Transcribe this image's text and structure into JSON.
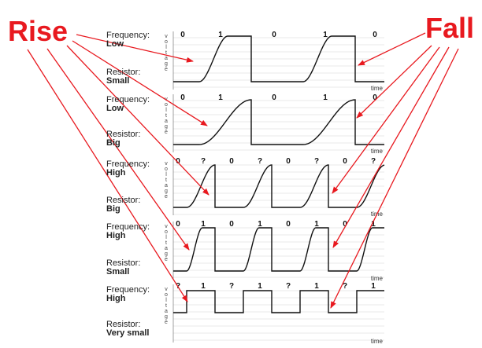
{
  "callouts": {
    "rise": "Rise",
    "fall": "Fall"
  },
  "colors": {
    "arrow": "#e8191f",
    "signal": "#111111",
    "grid": "#d6d6d6"
  },
  "axis": {
    "x_label": "time",
    "y_label": "voltage"
  },
  "panels": [
    {
      "frequency_label": "Frequency:",
      "frequency": "Low",
      "resistor_label": "Resistor:",
      "resistor": "Small",
      "bits": [
        "0",
        "1",
        "0",
        "1",
        "0"
      ],
      "curve": "fast"
    },
    {
      "frequency_label": "Frequency:",
      "frequency": "Low",
      "resistor_label": "Resistor:",
      "resistor": "Big",
      "bits": [
        "0",
        "1",
        "0",
        "1",
        "0"
      ],
      "curve": "slow"
    },
    {
      "frequency_label": "Frequency:",
      "frequency": "High",
      "resistor_label": "Resistor:",
      "resistor": "Big",
      "bits": [
        "0",
        "?",
        "0",
        "?",
        "0",
        "?",
        "0",
        "?"
      ],
      "curve": "slow"
    },
    {
      "frequency_label": "Frequency:",
      "frequency": "High",
      "resistor_label": "Resistor:",
      "resistor": "Small",
      "bits": [
        "0",
        "1",
        "0",
        "1",
        "0",
        "1",
        "0",
        "1"
      ],
      "curve": "fast"
    },
    {
      "frequency_label": "Frequency:",
      "frequency": "High",
      "resistor_label": "Resistor:",
      "resistor": "Very small",
      "bits": [
        "?",
        "1",
        "?",
        "1",
        "?",
        "1",
        "?",
        "1"
      ],
      "curve": "instant"
    }
  ]
}
